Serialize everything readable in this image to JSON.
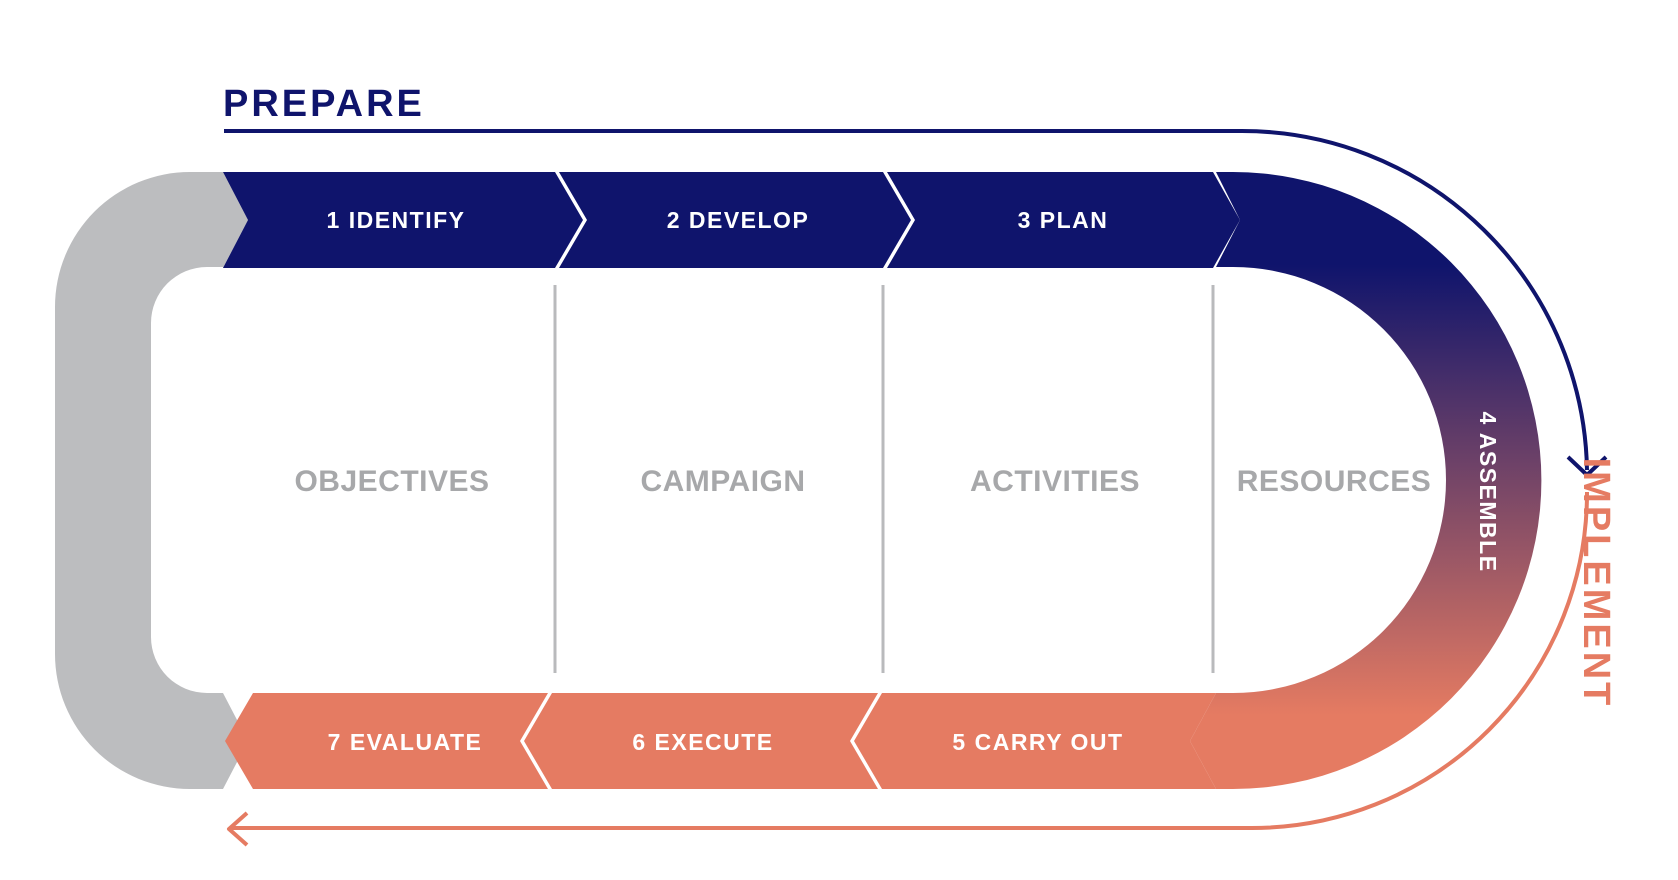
{
  "colors": {
    "navy": "#0f146c",
    "coral": "#e57b62",
    "grey": "#bcbdbf",
    "area_text": "#a7a8aa",
    "divider": "#b9babc"
  },
  "phases": {
    "prepare": "PREPARE",
    "implement": "IMPLEMENT"
  },
  "steps": {
    "identify": "1 IDENTIFY",
    "develop": "2 DEVELOP",
    "plan": "3 PLAN",
    "assemble": "4 ASSEMBLE",
    "carry_out": "5 CARRY OUT",
    "execute": "6 EXECUTE",
    "evaluate": "7 EVALUATE"
  },
  "areas": {
    "objectives": "OBJECTIVES",
    "campaign": "CAMPAIGN",
    "activities": "ACTIVITIES",
    "resources": "RESOURCES"
  }
}
